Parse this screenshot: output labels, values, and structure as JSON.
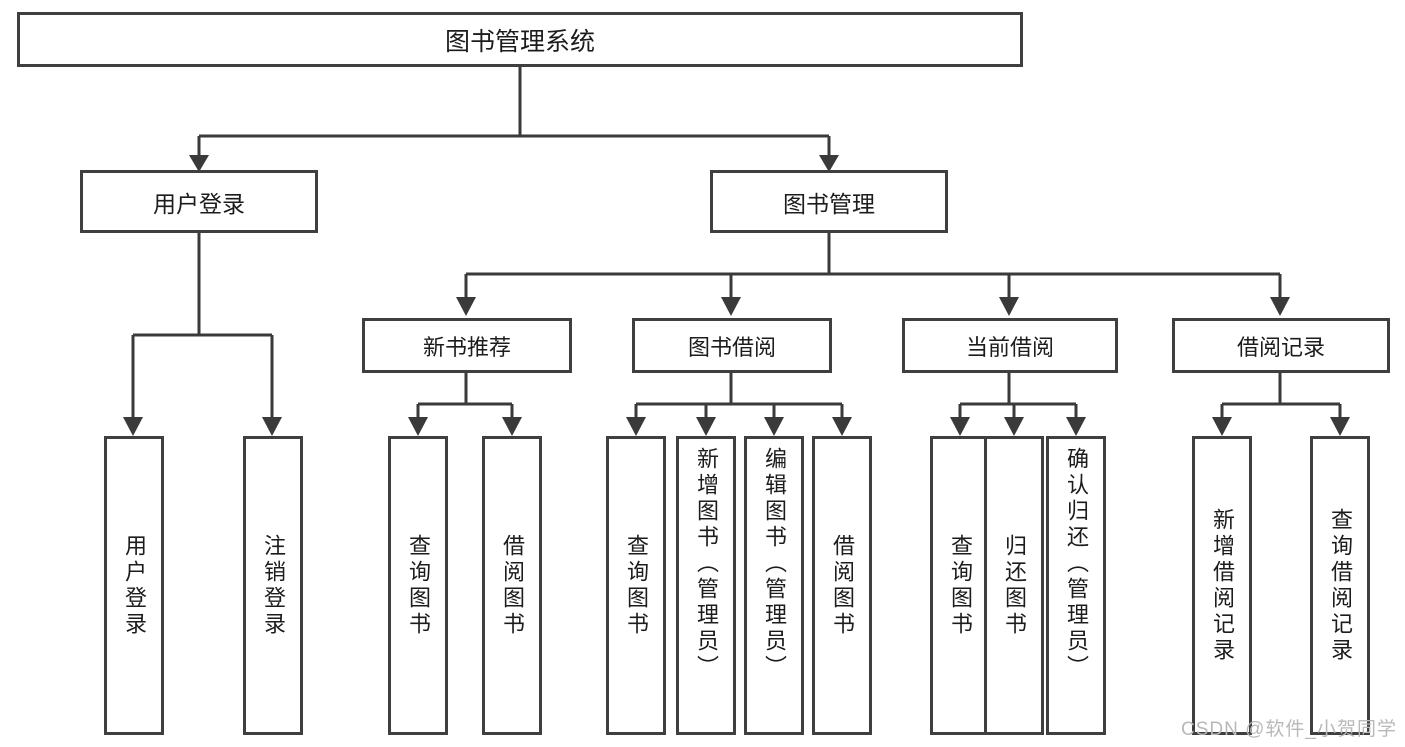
{
  "diagram": {
    "title": "图书管理系统",
    "type": "tree",
    "colors": {
      "box_border": "#3f3f3f",
      "connector": "#3a3a3a",
      "text": "#1c1c1c",
      "background": "#ffffff",
      "watermark": "#b9b9b9"
    },
    "root": {
      "label": "图书管理系统"
    },
    "level2": [
      {
        "label": "用户登录"
      },
      {
        "label": "图书管理"
      }
    ],
    "level3": [
      {
        "label": "新书推荐"
      },
      {
        "label": "图书借阅"
      },
      {
        "label": "当前借阅"
      },
      {
        "label": "借阅记录"
      }
    ],
    "leaves": {
      "user_login": [
        {
          "label": "用户登录"
        },
        {
          "label": "注销登录"
        }
      ],
      "new_book_recommend": [
        {
          "label": "查询图书"
        },
        {
          "label": "借阅图书"
        }
      ],
      "book_borrow": [
        {
          "label": "查询图书"
        },
        {
          "label": "新增图书（管理员）"
        },
        {
          "label": "编辑图书（管理员）"
        },
        {
          "label": "借阅图书"
        }
      ],
      "current_borrow": [
        {
          "label": "查询图书"
        },
        {
          "label": "归还图书"
        },
        {
          "label": "确认归还（管理员）"
        }
      ],
      "borrow_record": [
        {
          "label": "新增借阅记录"
        },
        {
          "label": "查询借阅记录"
        }
      ]
    }
  },
  "watermark": {
    "text": "CSDN @软件_小贺同学"
  }
}
